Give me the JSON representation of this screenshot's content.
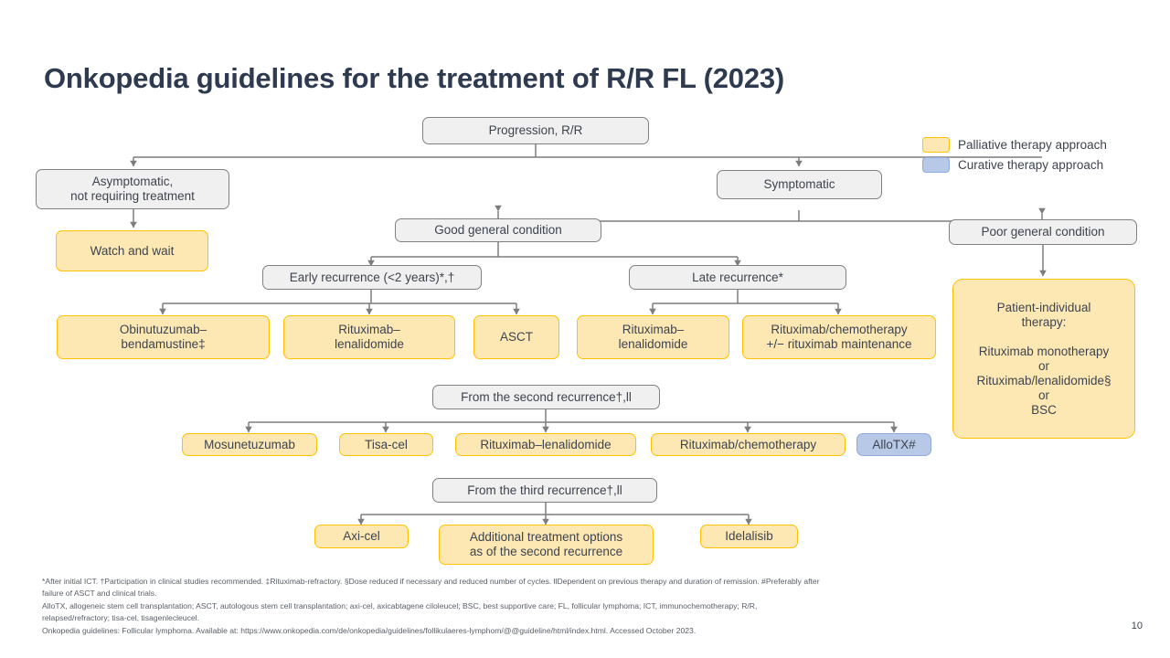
{
  "slide": {
    "title": "Onkopedia guidelines for the treatment of R/R FL (2023)",
    "page_number": "10"
  },
  "legend": {
    "items": [
      {
        "label": "Palliative therapy approach",
        "color": "#fde8b4",
        "border": "#ffc000",
        "type": "palliative"
      },
      {
        "label": "Curative therapy approach",
        "color": "#b8c9e8",
        "border": "#8faadc",
        "type": "curative"
      }
    ]
  },
  "flowchart": {
    "nodes": {
      "progression": "Progression, R/R",
      "asymptomatic": "Asymptomatic,\nnot requiring treatment",
      "symptomatic": "Symptomatic",
      "watch_and_wait": "Watch and wait",
      "good_general_condition": "Good general condition",
      "poor_general_condition": "Poor general condition",
      "early_recurrence": "Early recurrence (<2 years)*,†",
      "late_recurrence": "Late recurrence*",
      "obinutuzumab_bendamustine": "Obinutuzumab–\nbendamustine‡",
      "rituximab_lenalidomide_early": "Rituximab–\nlenalidomide",
      "asct": "ASCT",
      "rituximab_lenalidomide_late": "Rituximab–\nlenalidomide",
      "rituximab_chemo_maintenance": "Rituximab/chemotherapy\n+/− rituximab maintenance",
      "patient_individual_therapy": "Patient-individual\ntherapy:\n\nRituximab monotherapy\nor\nRituximab/lenalidomide§\nor\nBSC",
      "second_recurrence": "From the second recurrence†,ll",
      "mosunetuzumab": "Mosunetuzumab",
      "tisa_cel": "Tisa-cel",
      "rituximab_lenalidomide_second": "Rituximab–lenalidomide",
      "rituximab_chemotherapy_second": "Rituximab/chemotherapy",
      "allotx": "AlloTX#",
      "third_recurrence": "From the third recurrence†,ll",
      "axi_cel": "Axi-cel",
      "additional_options": "Additional treatment options\nas of the second recurrence",
      "idelalisib": "Idelalisib"
    }
  },
  "footnotes": {
    "lines": [
      "*After initial ICT. †Participation in clinical studies recommended. ‡Rituximab-refractory. §Dose reduced if necessary and reduced number of cycles. llDependent on previous therapy and duration of remission. #Preferably after",
      "failure of ASCT  and clinical trials.",
      "AlloTX,  allogeneic stem cell transplantation; ASCT, autologous stem cell transplantation; axi-cel, axicabtagene ciloleucel; BSC, best supportive care; FL,  follicular lymphoma; ICT, immunochemotherapy; R/R,",
      "relapsed/refractory; tisa-cel, tisagenlecleucel.",
      "Onkopedia guidelines: Follicular lymphoma. Available at: https://www.onkopedia.com/de/onkopedia/guidelines/follikulaeres-lymphom/@@guideline/html/index.html. Accessed October 2023."
    ]
  }
}
